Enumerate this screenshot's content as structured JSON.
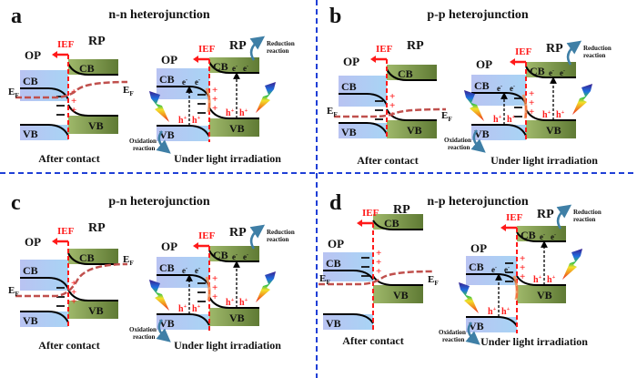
{
  "colors": {
    "op_band": "#c3cdf5",
    "rp_band": "#7f9a4c",
    "ief": "#ff1a1a",
    "divider": "#1f3fd6",
    "fermi": "#c0504d",
    "reaction_arrow": "#3f7fa6"
  },
  "labels": {
    "op": "OP",
    "rp": "RP",
    "ief": "IEF",
    "cb": "CB",
    "vb": "VB",
    "ef": "E",
    "ef_sub": "F",
    "hole": "h",
    "hole_sup": "+",
    "electron": "e",
    "electron_sup": "-",
    "plus": "+",
    "minus": "−",
    "oxidation_1": "Oxidation",
    "oxidation_2": "reaction",
    "reduction_1": "Reduction",
    "reduction_2": "reaction",
    "after_contact": "After contact",
    "under_light": "Under light irradiation"
  },
  "panels": [
    {
      "letter": "a",
      "title": "n-n heterojunction"
    },
    {
      "letter": "b",
      "title": "p-p heterojunction"
    },
    {
      "letter": "c",
      "title": "p-n heterojunction"
    },
    {
      "letter": "d",
      "title": "n-p heterojunction"
    }
  ]
}
